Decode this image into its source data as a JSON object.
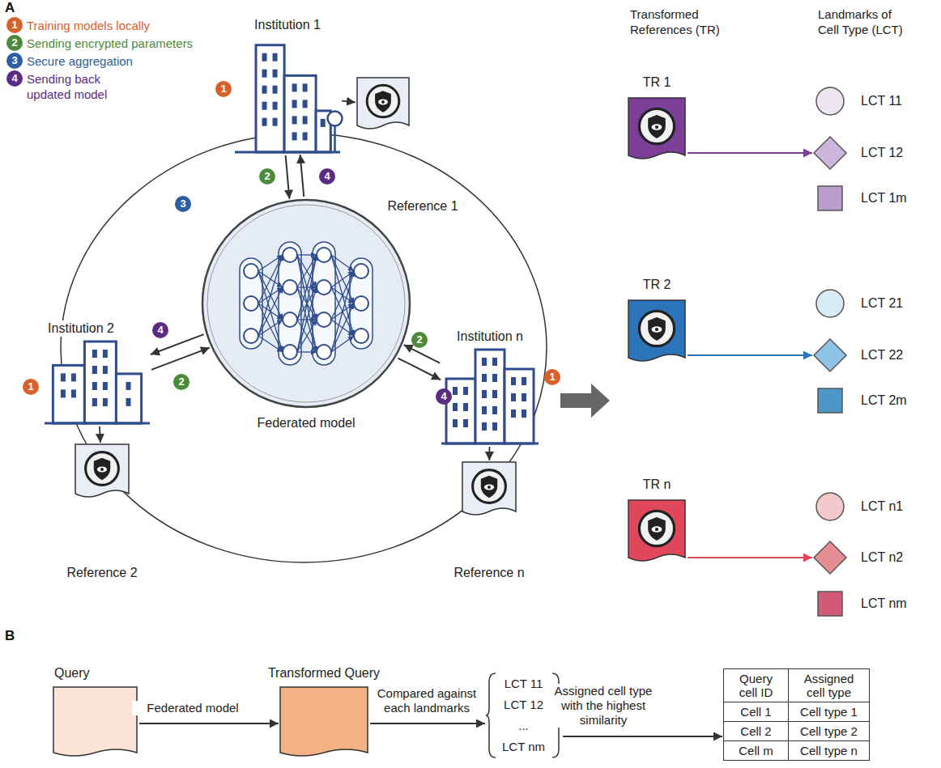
{
  "diagram": {
    "nodes": [
      {
        "text": [
          "Institution 1"
        ]
      },
      {
        "text": [
          "Reference 1"
        ]
      },
      {
        "text": [
          "Federated model"
        ]
      },
      {
        "text": [
          "Institution 2"
        ]
      },
      {
        "text": [
          "Institution n"
        ]
      },
      {
        "text": [
          "Reference 2"
        ]
      },
      {
        "text": [
          "Reference n"
        ]
      },
      {
        "text": [
          "TR 1"
        ]
      },
      {
        "text": [
          "LCT 11"
        ]
      },
      {
        "text": [
          "LCT 12"
        ]
      },
      {
        "text": [
          "LCT 1m"
        ]
      },
      {
        "text": [
          "TR 2"
        ]
      },
      {
        "text": [
          "LCT 21"
        ]
      },
      {
        "text": [
          "LCT 22"
        ]
      },
      {
        "text": [
          "LCT 2m"
        ]
      },
      {
        "text": [
          "TR n"
        ]
      },
      {
        "text": [
          "LCT n1"
        ]
      },
      {
        "text": [
          "LCT n2"
        ]
      },
      {
        "text": [
          "LCT nm"
        ]
      },
      {
        "text": [
          "Query"
        ]
      },
      {
        "text": [
          "Transformed Query"
        ]
      },
      {
        "text": [
          "LCT 11",
          "LCT 12",
          "...",
          "LCT nm"
        ]
      },
      {
        "text": [
          "Query cell ID",
          "Assigned cell type",
          "Cell 1",
          "Cell type 1",
          "Cell 2",
          "Cell type 2",
          "Cell m",
          "Cell type n"
        ]
      }
    ],
    "edges": [
      {
        "from": 0,
        "to": 1,
        "arrow": "to"
      },
      {
        "from": 0,
        "to": 2,
        "arrow": "to"
      },
      {
        "from": 2,
        "to": 0,
        "arrow": "to"
      },
      {
        "from": 3,
        "to": 2,
        "arrow": "to"
      },
      {
        "from": 2,
        "to": 3,
        "arrow": "to"
      },
      {
        "from": 4,
        "to": 2,
        "arrow": "to"
      },
      {
        "from": 2,
        "to": 4,
        "arrow": "to"
      },
      {
        "from": 3,
        "to": 5,
        "arrow": "to"
      },
      {
        "from": 4,
        "to": 6,
        "arrow": "to"
      },
      {
        "from": 7,
        "to": 9,
        "arrow": "to"
      },
      {
        "from": 11,
        "to": 13,
        "arrow": "to"
      },
      {
        "from": 15,
        "to": 17,
        "arrow": "to"
      },
      {
        "from": 19,
        "to": 20,
        "label": "Federated model",
        "arrow": "to"
      },
      {
        "from": 20,
        "to": 21,
        "label": "Compared against each landmarks",
        "arrow": "to"
      },
      {
        "from": 21,
        "to": 22,
        "label": "Assigned cell type with the highest similarity",
        "arrow": "to"
      }
    ],
    "labels": [
      "A",
      "1",
      "Training models locally",
      "2",
      "Sending encrypted parameters",
      "3",
      "Secure aggregation",
      "4",
      "Sending back updated model",
      "1",
      "2",
      "4",
      "3",
      "1",
      "4",
      "2",
      "2",
      "4",
      "1",
      "Transformed References (TR)",
      "Landmarks of Cell Type (LCT)",
      "B"
    ]
  }
}
